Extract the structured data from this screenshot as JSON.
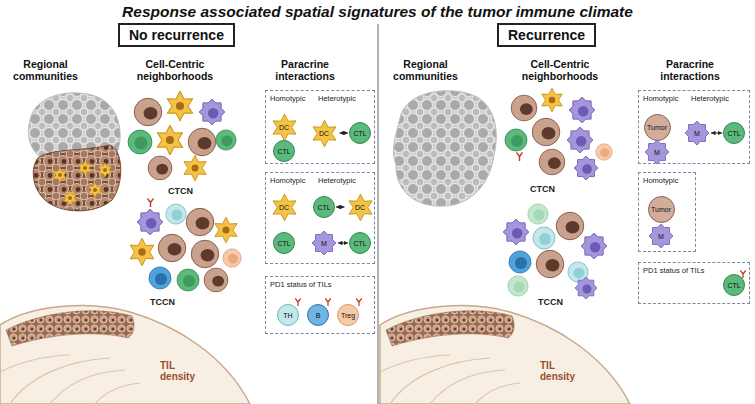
{
  "diagram": {
    "title": "Response associated spatial signatures of the tumor immune climate",
    "nodes": [
      {
        "text": [
          "No recurrence"
        ]
      },
      {
        "text": [
          "Homotypic",
          "Heterotypic"
        ]
      },
      {
        "text": [
          "DC"
        ],
        "in": 1
      },
      {
        "text": [
          "CTL"
        ],
        "in": 1
      },
      {
        "text": [
          "DC"
        ],
        "in": 1
      },
      {
        "text": [
          "CTL"
        ],
        "in": 1
      },
      {
        "text": [
          "Homotypic",
          "Heterotypic"
        ]
      },
      {
        "text": [
          "DC"
        ],
        "in": 6
      },
      {
        "text": [
          "CTL"
        ],
        "in": 6
      },
      {
        "text": [
          "CTL"
        ],
        "in": 6
      },
      {
        "text": [
          "DC"
        ],
        "in": 6
      },
      {
        "text": [
          "M"
        ],
        "in": 6
      },
      {
        "text": [
          "CTL"
        ],
        "in": 6
      },
      {
        "text": [
          "PD1 status of TILs"
        ]
      },
      {
        "text": [
          "TH"
        ],
        "in": 13
      },
      {
        "text": [
          "B"
        ],
        "in": 13
      },
      {
        "text": [
          "Treg"
        ],
        "in": 13
      },
      {
        "text": [
          "Recurrence"
        ]
      },
      {
        "text": [
          "Homotypic",
          "Heterotypic"
        ]
      },
      {
        "text": [
          "Tumor"
        ],
        "in": 18
      },
      {
        "text": [
          "M"
        ],
        "in": 18
      },
      {
        "text": [
          "M"
        ],
        "in": 18
      },
      {
        "text": [
          "CTL"
        ],
        "in": 18
      },
      {
        "text": [
          "Homotypic"
        ]
      },
      {
        "text": [
          "Tumor"
        ],
        "in": 23
      },
      {
        "text": [
          "M"
        ],
        "in": 23
      },
      {
        "text": [
          "PD1 status of TILs"
        ]
      },
      {
        "text": [
          "CTL"
        ],
        "in": 26
      }
    ],
    "edges": [
      {
        "from": 4,
        "to": 5,
        "arrow": "both"
      },
      {
        "from": 9,
        "to": 10,
        "arrow": "both"
      },
      {
        "from": 11,
        "to": 12,
        "arrow": "both"
      },
      {
        "from": 21,
        "to": 22,
        "arrow": "both"
      }
    ],
    "labels": [
      "Regional communities",
      "Cell-Centric neighborhoods",
      "Paracrine interactions",
      "CTCN",
      "TCCN",
      "TIL density",
      "Regional communities",
      "Cell-Centric neighborhoods",
      "Paracrine interactions",
      "CTCN",
      "TCCN",
      "TIL density"
    ]
  }
}
